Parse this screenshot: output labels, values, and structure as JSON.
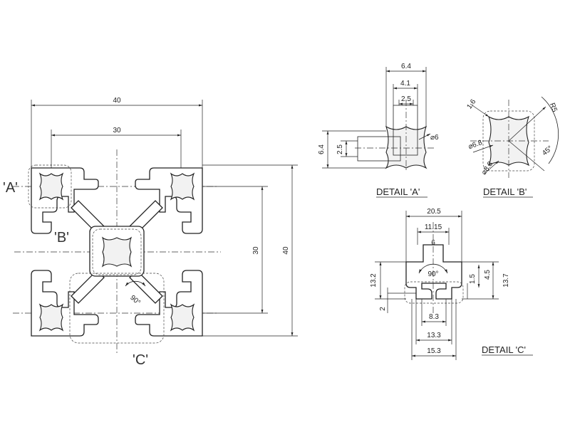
{
  "main_view": {
    "dimensions": {
      "width_overall": "40",
      "width_slots": "30",
      "height_slots": "30",
      "height_overall": "40",
      "angle": "90°"
    },
    "labels": {
      "a": "'A'",
      "b": "'B'",
      "c": "'C'"
    }
  },
  "detail_a": {
    "title": "DETAIL 'A'",
    "dimensions": {
      "top_outer": "6.4",
      "top_mid": "4.1",
      "top_inner": "2.5",
      "left_outer": "6.4",
      "left_inner": "2.5",
      "diameter": "⌀6"
    }
  },
  "detail_b": {
    "title": "DETAIL 'B'",
    "dimensions": {
      "chamfer": "1.6",
      "radius": "R5",
      "angle": "45°",
      "dia_small": "⌀6.8",
      "dia_large": "⌀8.8"
    }
  },
  "detail_c": {
    "title": "DETAIL 'C'",
    "dimensions": {
      "top_outer": "20.5",
      "top_mid": "11.15",
      "top_inner": "6",
      "left_height": "13.2",
      "left_small": "2",
      "angle": "90°",
      "right_small": "1.5",
      "right_mid": "4.5",
      "right_height": "13.7",
      "bottom_inner": "8.3",
      "bottom_mid": "13.3",
      "bottom_outer": "15.3"
    }
  }
}
